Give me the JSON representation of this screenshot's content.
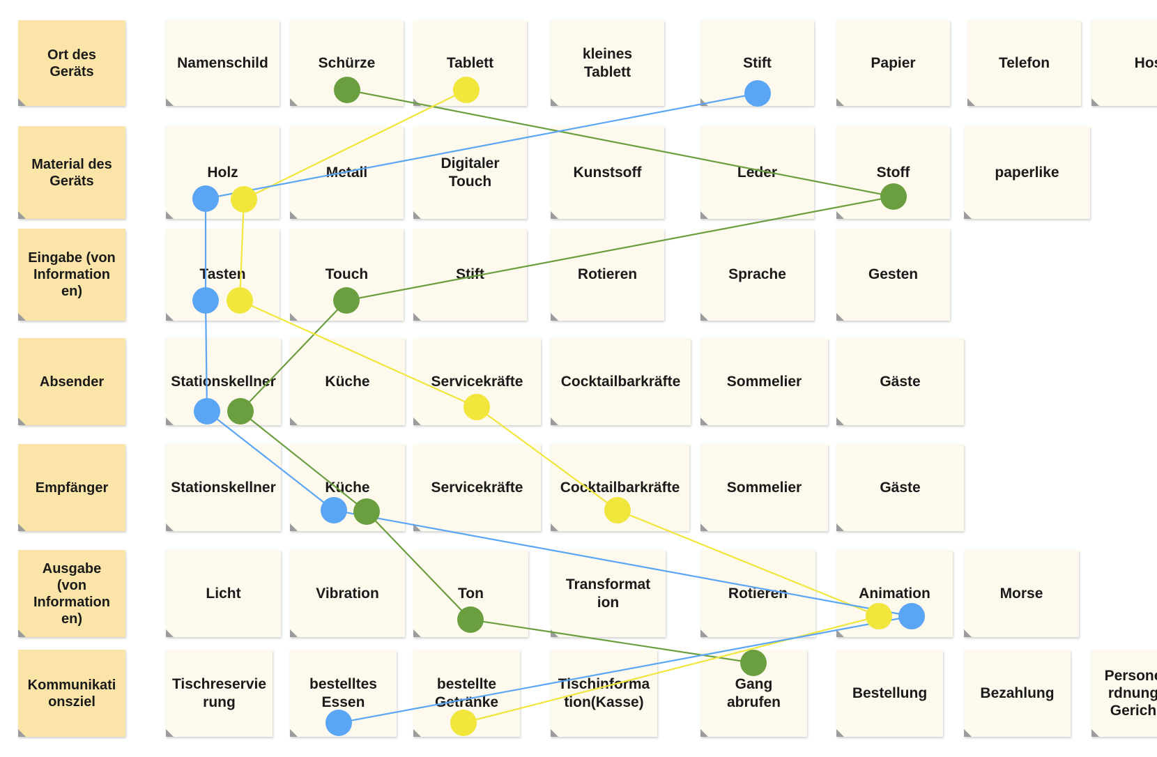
{
  "rows": [
    {
      "category": "Ort des\nGeräts",
      "items": [
        "Namenschild",
        "Schürze",
        "Tablett",
        "kleines\nTablett",
        "Stift",
        "Papier",
        "Telefon",
        "Hos"
      ]
    },
    {
      "category": "Material des\nGeräts",
      "items": [
        "Holz",
        "Metall",
        "Digitaler\nTouch",
        "Kunstsoff",
        "Leder",
        "Stoff",
        "paperlike"
      ]
    },
    {
      "category": "Eingabe (von\nInformation\nen)",
      "items": [
        "Tasten",
        "Touch",
        "Stift",
        "Rotieren",
        "Sprache",
        "Gesten"
      ]
    },
    {
      "category": "Absender",
      "items": [
        "Stationskellner",
        "Küche",
        "Servicekräfte",
        "Cocktailbarkräfte",
        "Sommelier",
        "Gäste"
      ]
    },
    {
      "category": "Empfänger",
      "items": [
        "Stationskellner",
        "Küche",
        "Servicekräfte",
        "Cocktailbarkräfte",
        "Sommelier",
        "Gäste"
      ]
    },
    {
      "category": "Ausgabe\n(von\nInformation\nen)",
      "items": [
        "Licht",
        "Vibration",
        "Ton",
        "Transformat\nion",
        "Rotieren",
        "Animation",
        "Morse"
      ]
    },
    {
      "category": "Kommunikati\nonsziel",
      "items": [
        "Tischreservie\nrung",
        "bestelltes\nEssen",
        "bestellte\nGetränke",
        "Tischinforma\ntion(Kasse)",
        "Gang\nabrufen",
        "Bestellung",
        "Bezahlung",
        "Persone\nrdnung\nGerich"
      ]
    }
  ],
  "paths": [
    {
      "name": "green",
      "color": "#6a9e3f",
      "selections": [
        "Schürze",
        "Stoff",
        "Touch",
        "Stationskellner",
        "Küche",
        "Ton",
        "Gang\nabrufen"
      ]
    },
    {
      "name": "yellow",
      "color": "#f0e63c",
      "selections": [
        "Tablett",
        "Holz",
        "Tasten",
        "Servicekräfte",
        "Cocktailbarkräfte",
        "Animation",
        "bestellte\nGetränke"
      ]
    },
    {
      "name": "blue",
      "color": "#5aa5f4",
      "selections": [
        "Stift",
        "Holz",
        "Tasten",
        "Stationskellner",
        "Küche",
        "Animation",
        "bestelltes\nEssen"
      ]
    }
  ]
}
